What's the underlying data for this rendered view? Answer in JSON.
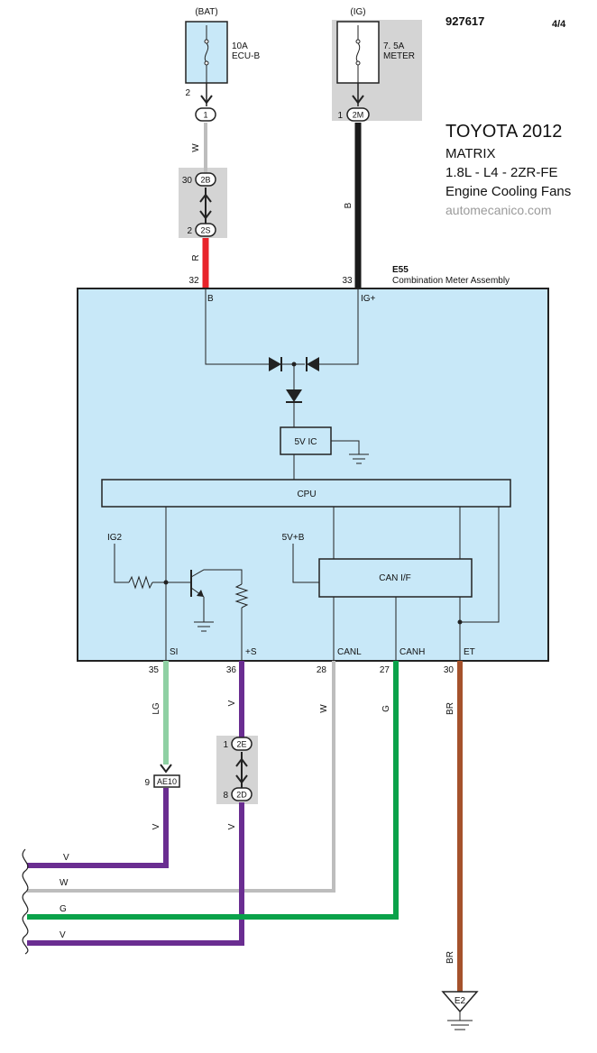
{
  "header": {
    "doc_number": "927617",
    "page": "4/4",
    "title_line1": "TOYOTA 2012",
    "title_line2": "MATRIX",
    "title_line3": "1.8L - L4 - 2ZR-FE",
    "title_line4": "Engine Cooling Fans",
    "website": "automecanico.com"
  },
  "fuses": {
    "bat": {
      "source": "(BAT)",
      "rating": "10A",
      "name": "ECU-B"
    },
    "ig": {
      "source": "(IG)",
      "rating": "7. 5A",
      "name": "METER"
    }
  },
  "connectors": {
    "c1": {
      "label": "1",
      "pin": "2"
    },
    "c2m": {
      "label": "2M",
      "pin": "1"
    },
    "c2b": {
      "label": "2B",
      "pin": "30"
    },
    "c2s": {
      "label": "2S",
      "pin": "2"
    },
    "c2e": {
      "label": "2E",
      "pin": "1"
    },
    "c2d": {
      "label": "2D",
      "pin": "8"
    },
    "ae10": {
      "label": "AE10",
      "pin": "9"
    }
  },
  "component": {
    "id": "E55",
    "name": "Combination Meter Assembly",
    "blocks": {
      "ic": "5V IC",
      "cpu": "CPU",
      "can": "CAN I/F"
    },
    "inputs": {
      "ig2": "IG2",
      "v5b": "5V+B"
    },
    "pins_top": [
      {
        "num": "32",
        "name": "B"
      },
      {
        "num": "33",
        "name": "IG+"
      }
    ],
    "pins_bottom": [
      {
        "num": "35",
        "name": "SI"
      },
      {
        "num": "36",
        "name": "+S"
      },
      {
        "num": "28",
        "name": "CANL"
      },
      {
        "num": "27",
        "name": "CANH"
      },
      {
        "num": "30",
        "name": "ET"
      }
    ]
  },
  "wires": {
    "top_w": "W",
    "top_r": "R",
    "top_b": "B",
    "lg": "LG",
    "v1": "V",
    "w_canl": "W",
    "g_canh": "G",
    "br1": "BR",
    "v_below_ae10": "V",
    "v_below_2d": "V",
    "left_v1": "V",
    "left_w": "W",
    "left_g": "G",
    "left_v2": "V",
    "br2": "BR"
  },
  "ground": {
    "label": "E2"
  },
  "colors": {
    "component_fill": "#c8e8f8",
    "connector_group_fill": "#d4d4d4",
    "wire_white": "#bdbdbd",
    "wire_red": "#e8232a",
    "wire_black": "#1a1a1a",
    "wire_light_green": "#8fd0a3",
    "wire_violet": "#6a2d91",
    "wire_green": "#0aa24a",
    "wire_brown": "#a5522c"
  }
}
